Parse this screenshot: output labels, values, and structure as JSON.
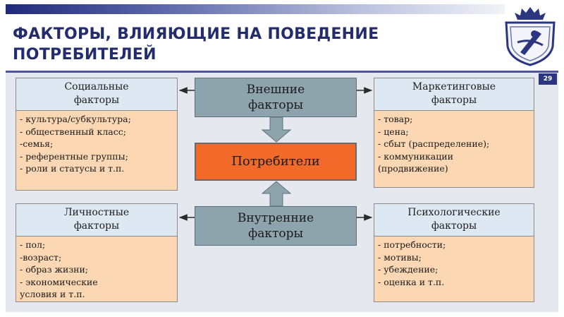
{
  "header": {
    "title_line1": "ФАКТОРЫ, ВЛИЯЮЩИЕ НА ПОВЕДЕНИЕ",
    "title_line2": "ПОТРЕБИТЕЛЕЙ",
    "page_number": "29"
  },
  "colors": {
    "title": "#232d6e",
    "factor_header": "#dde8f2",
    "factor_body": "#fbd7b3",
    "center_box": "#8ea4ad",
    "consumers_box": "#f26a2a",
    "arrow": "#8ea4ad"
  },
  "center": {
    "external": {
      "line1": "Внешние",
      "line2": "факторы"
    },
    "consumers": "Потребители",
    "internal": {
      "line1": "Внутренние",
      "line2": "факторы"
    }
  },
  "factors": {
    "social": {
      "title_line1": "Социальные",
      "title_line2": "факторы",
      "items": [
        "- культура/субкультура;",
        "- общественный класс;",
        "-семья;",
        "- референтные группы;",
        "- роли и статусы и т.п."
      ]
    },
    "marketing": {
      "title_line1": "Маркетинговые",
      "title_line2": "факторы",
      "items": [
        "- товар;",
        "- цена;",
        "- сбыт (распределение);",
        "- коммуникации",
        "(продвижение)"
      ]
    },
    "personal": {
      "title_line1": "Личностные",
      "title_line2": "факторы",
      "items": [
        "- пол;",
        "-возраст;",
        "- образ жизни;",
        "- экономические",
        "условия и т.п."
      ]
    },
    "psychological": {
      "title_line1": "Психологические",
      "title_line2": "факторы",
      "items": [
        "- потребности;",
        "- мотивы;",
        "- убеждение;",
        "- оценка и т.п."
      ]
    }
  }
}
